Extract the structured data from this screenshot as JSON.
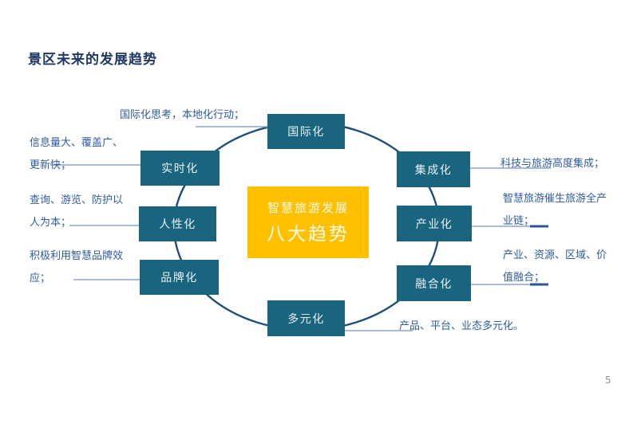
{
  "page": {
    "title": "景区未来的发展趋势",
    "page_number": "5"
  },
  "diagram": {
    "center": {
      "line1": "智慧旅游发展",
      "line2": "八大趋势"
    },
    "nodes": [
      {
        "id": "internationalization",
        "label": "国际化"
      },
      {
        "id": "integration",
        "label": "集成化"
      },
      {
        "id": "industrialization",
        "label": "产业化"
      },
      {
        "id": "fusion",
        "label": "融合化"
      },
      {
        "id": "diversification",
        "label": "多元化"
      },
      {
        "id": "branding",
        "label": "品牌化"
      },
      {
        "id": "humanization",
        "label": "人性化"
      },
      {
        "id": "realtime",
        "label": "实时化"
      }
    ],
    "annotations": [
      {
        "for": "国际化",
        "text": "国际化思考，本地化行动；"
      },
      {
        "for": "实时化",
        "text": "信息量大、覆盖广、\n更新快；"
      },
      {
        "for": "人性化",
        "text": "查询、游览、防护以\n人为本；"
      },
      {
        "for": "品牌化",
        "text": "积极利用智慧品牌效\n应；"
      },
      {
        "for": "集成化",
        "text": "科技与旅游高度集成；"
      },
      {
        "for": "产业化",
        "text": "智慧旅游催生旅游全产\n业链；"
      },
      {
        "for": "融合化",
        "text": "产业、资源、区域、价\n值融合；"
      },
      {
        "for": "多元化",
        "text": "产品、平台、业态多元化。"
      }
    ],
    "colors": {
      "node_fill": "#19657F",
      "node_text": "#E9F2F5",
      "center_fill": "#FFC000",
      "center_text": "#FFFDF0",
      "ellipse_stroke": "#1F4E79",
      "leader_line": "#8CA3C8",
      "leader_accent": "#2F5597",
      "annotation_text": "#2F5B9E",
      "title_text": "#1F3864",
      "page_number_text": "#8F8F8F"
    }
  }
}
